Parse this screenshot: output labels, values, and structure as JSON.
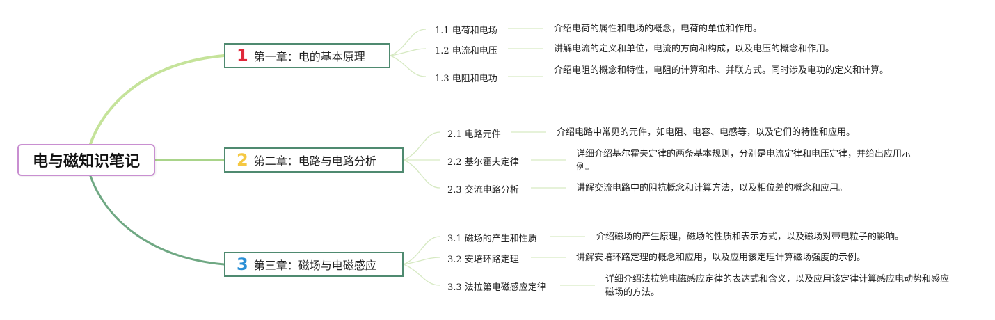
{
  "root": {
    "title": "电与磁知识笔记"
  },
  "chapters": [
    {
      "number": "1",
      "number_color": "#e0283a",
      "title": "第一章：电的基本原理",
      "sections": [
        {
          "title": "1.1 电荷和电场",
          "desc": "介绍电荷的属性和电场的概念，电荷的单位和作用。"
        },
        {
          "title": "1.2 电流和电压",
          "desc": "讲解电流的定义和单位，电流的方向和构成，以及电压的概念和作用。"
        },
        {
          "title": "1.3 电阻和电功",
          "desc": "介绍电阻的概念和特性，电阻的计算和串、并联方式。同时涉及电功的定义和计算。"
        }
      ]
    },
    {
      "number": "2",
      "number_color": "#f5c842",
      "title": "第二章：电路与电路分析",
      "sections": [
        {
          "title": "2.1 电路元件",
          "desc": "介绍电路中常见的元件，如电阻、电容、电感等，以及它们的特性和应用。"
        },
        {
          "title": "2.2 基尔霍夫定律",
          "desc": "详细介绍基尔霍夫定律的两条基本规则，分别是电流定律和电压定律，并给出应用示例。"
        },
        {
          "title": "2.3 交流电路分析",
          "desc": "讲解交流电路中的阻抗概念和计算方法，以及相位差的概念和应用。"
        }
      ]
    },
    {
      "number": "3",
      "number_color": "#2a8fd6",
      "title": "第三章：磁场与电磁感应",
      "sections": [
        {
          "title": "3.1 磁场的产生和性质",
          "desc": "介绍磁场的产生原理，磁场的性质和表示方式，以及磁场对带电粒子的影响。"
        },
        {
          "title": "3.2 安培环路定理",
          "desc": "讲解安培环路定理的概念和应用，以及应用该定理计算磁场强度的示例。"
        },
        {
          "title": "3.3 法拉第电磁感应定律",
          "desc": "详细介绍法拉第电磁感应定律的表达式和含义，以及应用该定律计算感应电动势和感应磁场的方法。"
        }
      ]
    }
  ],
  "colors": {
    "root_border": "#c98fd1",
    "chapter_border": "#4f8a70",
    "branch_1": "#c5e39a",
    "branch_2": "#a9d48a",
    "branch_3": "#6fa883",
    "sub_line": "#d6e9c2"
  }
}
